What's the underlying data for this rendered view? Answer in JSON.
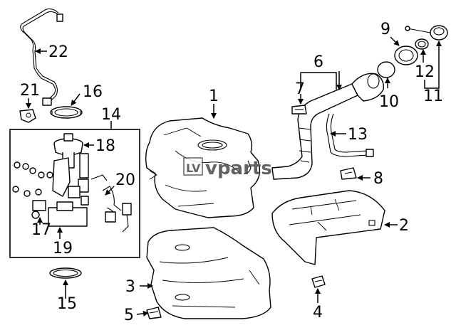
{
  "watermark": {
    "brand": "vparts",
    "logo_mark": "LV"
  },
  "callouts": [
    {
      "id": "1",
      "label": "1"
    },
    {
      "id": "2",
      "label": "2"
    },
    {
      "id": "3",
      "label": "3"
    },
    {
      "id": "4",
      "label": "4"
    },
    {
      "id": "5",
      "label": "5"
    },
    {
      "id": "6",
      "label": "6"
    },
    {
      "id": "7",
      "label": "7"
    },
    {
      "id": "8",
      "label": "8"
    },
    {
      "id": "9",
      "label": "9"
    },
    {
      "id": "10",
      "label": "10"
    },
    {
      "id": "11",
      "label": "11"
    },
    {
      "id": "12",
      "label": "12"
    },
    {
      "id": "13",
      "label": "13"
    },
    {
      "id": "14",
      "label": "14"
    },
    {
      "id": "15",
      "label": "15"
    },
    {
      "id": "16",
      "label": "16"
    },
    {
      "id": "17",
      "label": "17"
    },
    {
      "id": "18",
      "label": "18"
    },
    {
      "id": "19",
      "label": "19"
    },
    {
      "id": "20",
      "label": "20"
    },
    {
      "id": "21",
      "label": "21"
    },
    {
      "id": "22",
      "label": "22"
    }
  ],
  "colors": {
    "line": "#000000",
    "background": "#ffffff",
    "watermark": "#4a4a4a"
  },
  "icons": {
    "arrowhead": "arrowhead-icon",
    "watermark_logo": "lv-logo-icon"
  }
}
